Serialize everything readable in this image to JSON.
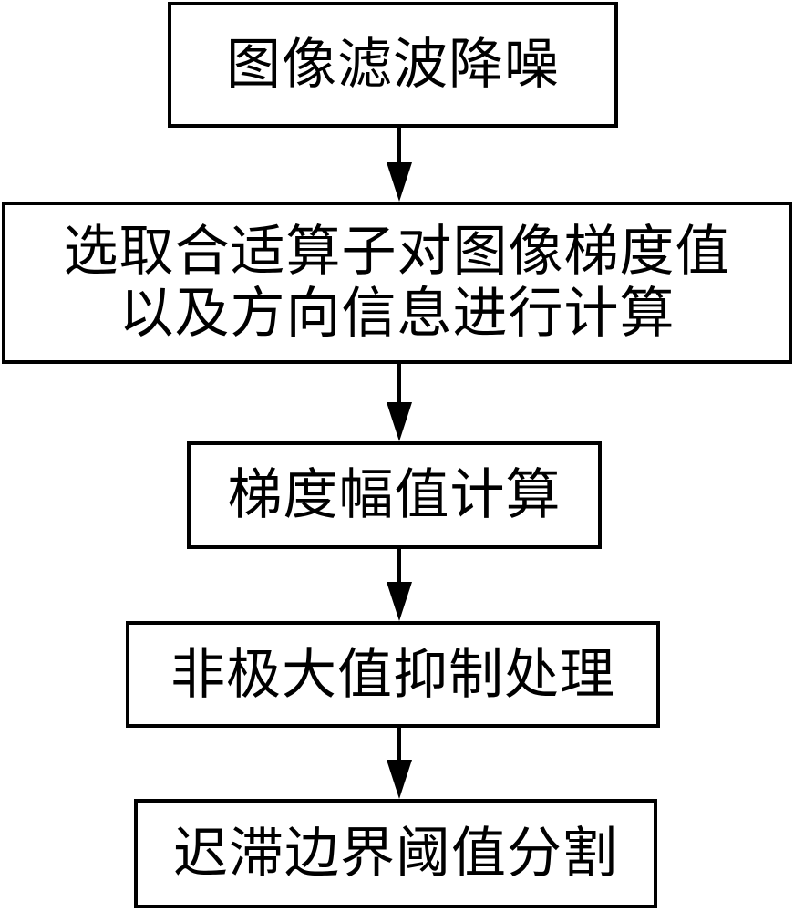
{
  "flowchart": {
    "steps": [
      {
        "id": "step-1",
        "lines": [
          "图像滤波降噪"
        ]
      },
      {
        "id": "step-2",
        "lines": [
          "选取合适算子对图像梯度值",
          "以及方向信息进行计算"
        ]
      },
      {
        "id": "step-3",
        "lines": [
          "梯度幅值计算"
        ]
      },
      {
        "id": "step-4",
        "lines": [
          "非极大值抑制处理"
        ]
      },
      {
        "id": "step-5",
        "lines": [
          "迟滞边界阈值分割"
        ]
      }
    ],
    "colors": {
      "stroke": "#000000",
      "background": "#ffffff"
    }
  }
}
